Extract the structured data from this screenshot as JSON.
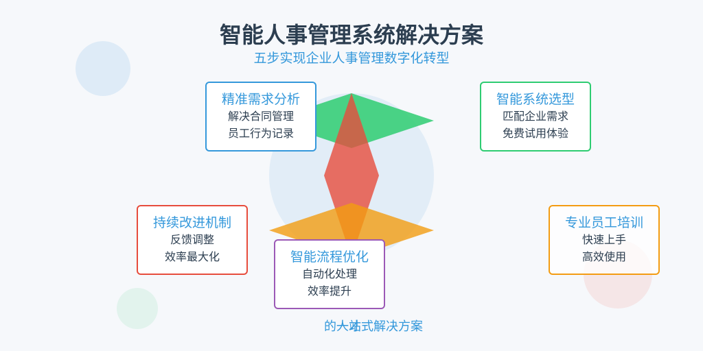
{
  "title": "智能人事管理系统解决方案",
  "subtitle": "五步实现企业人事管理数字化转型",
  "colors": {
    "blue": "#3498db",
    "green": "#2ecc71",
    "red": "#e74c3c",
    "orange": "#f39c12",
    "purple": "#9b59b6",
    "dark": "#2c3e50"
  },
  "cards": {
    "analysis": {
      "title": "精准需求分析",
      "line1": "解决合同管理",
      "line2": "员工行为记录"
    },
    "selection": {
      "title": "智能系统选型",
      "line1": "匹配企业需求",
      "line2": "免费试用体验"
    },
    "improve": {
      "title": "持续改进机制",
      "line1": "反馈调整",
      "line2": "效率最大化"
    },
    "process": {
      "title": "智能流程优化",
      "line1": "自动化处理",
      "line2": "效率提升"
    },
    "training": {
      "title": "专业员工培训",
      "line1": "快速上手",
      "line2": "高效使用"
    }
  },
  "footer": {
    "text_a": "一站式解决方案",
    "text_b": "的人才"
  }
}
